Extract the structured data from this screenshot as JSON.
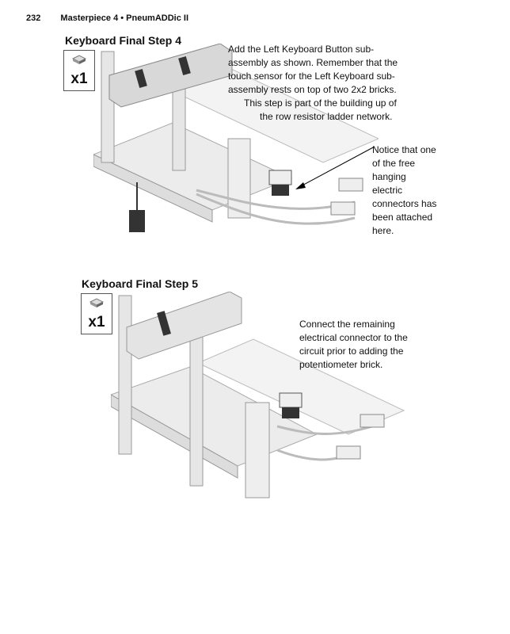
{
  "header": {
    "page_number": "232",
    "running_title": "Masterpiece 4 • PneumADDic II"
  },
  "steps": [
    {
      "title": "Keyboard Final Step 4",
      "part_qty": "x1",
      "text": [
        "Add the Left Keyboard Button sub-",
        "assembly as shown. Remember that the",
        "touch sensor for the Left Keyboard sub-",
        "assembly rests on top of two 2x2 bricks.",
        "This step is part of the building up of",
        "the row resistor ladder network."
      ],
      "callout": [
        "Notice that one",
        "of the free",
        "hanging",
        "electric",
        "connectors has",
        "been attached",
        "here."
      ]
    },
    {
      "title": "Keyboard Final Step 5",
      "part_qty": "x1",
      "text": [
        "Connect the remaining",
        "electrical connector to the",
        "circuit prior to adding the",
        "potentiometer brick."
      ]
    }
  ]
}
